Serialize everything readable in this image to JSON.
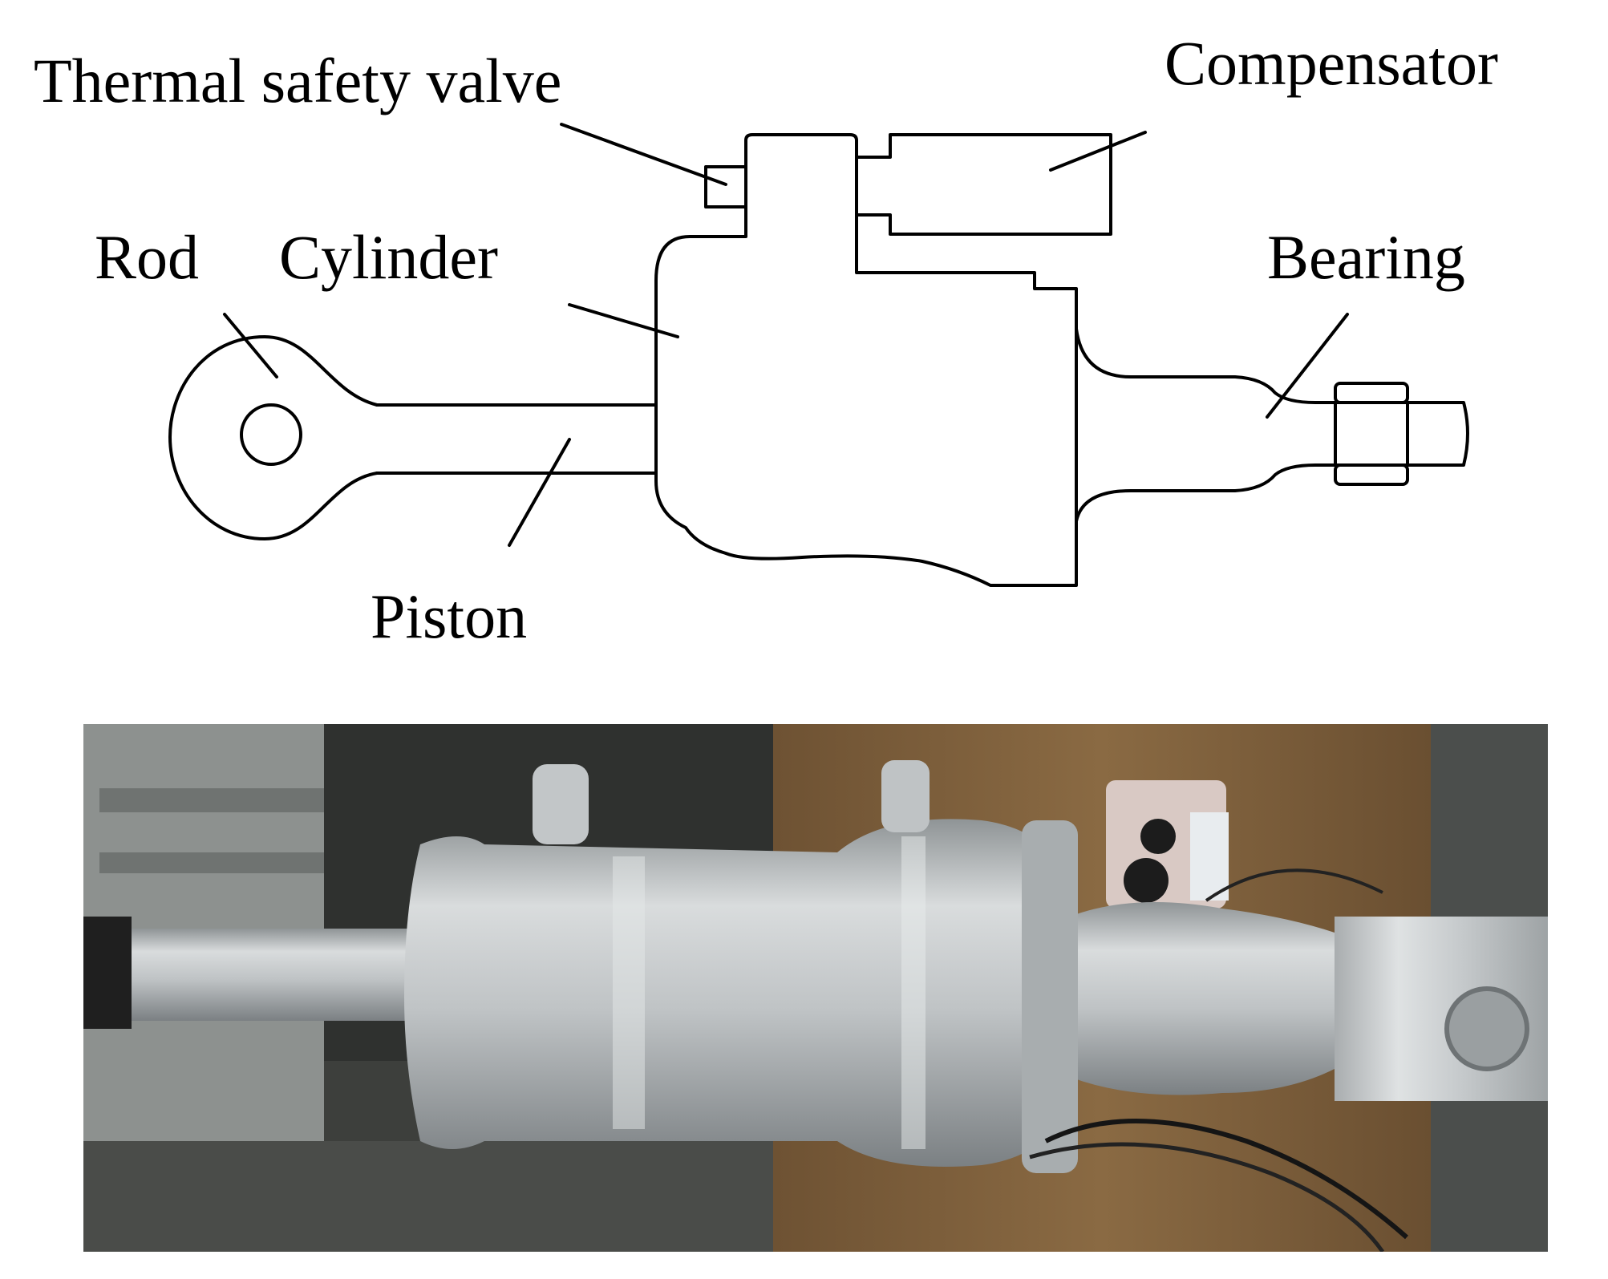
{
  "labels": {
    "thermal_safety_valve": "Thermal safety valve",
    "compensator": "Compensator",
    "rod": "Rod",
    "cylinder": "Cylinder",
    "bearing": "Bearing",
    "piston": "Piston"
  },
  "colors": {
    "line": "#000000",
    "metal": "#c9ccce",
    "wood": "#7a5a35",
    "background": "#ffffff"
  }
}
